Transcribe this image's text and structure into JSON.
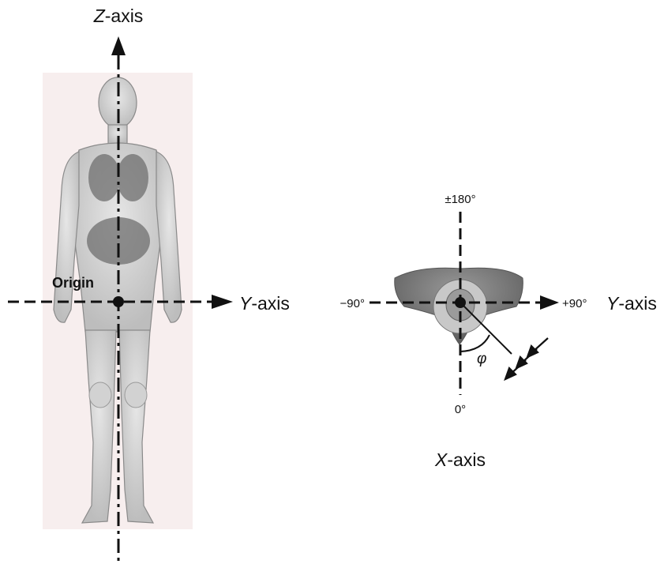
{
  "left_panel": {
    "z_axis_label_italic": "Z",
    "z_axis_label_suffix": "-axis",
    "y_axis_label_italic": "Y",
    "y_axis_label_suffix": "-axis",
    "origin_label": "Origin"
  },
  "right_panel": {
    "top_angle": "±180°",
    "left_angle": "−90°",
    "right_angle": "+90°",
    "bottom_angle": "0°",
    "phi_symbol": "φ",
    "y_axis_label_italic": "Y",
    "y_axis_label_suffix": "-axis",
    "x_axis_label_italic": "X",
    "x_axis_label_suffix": "-axis"
  },
  "colors": {
    "axis": "#111111",
    "panel_background": "#f7eeee",
    "body_fill": "#cfcfcf",
    "organ_fill": "#6f6f6f",
    "section_dark": "#6e6e6e",
    "section_light": "#d8d8d8"
  }
}
